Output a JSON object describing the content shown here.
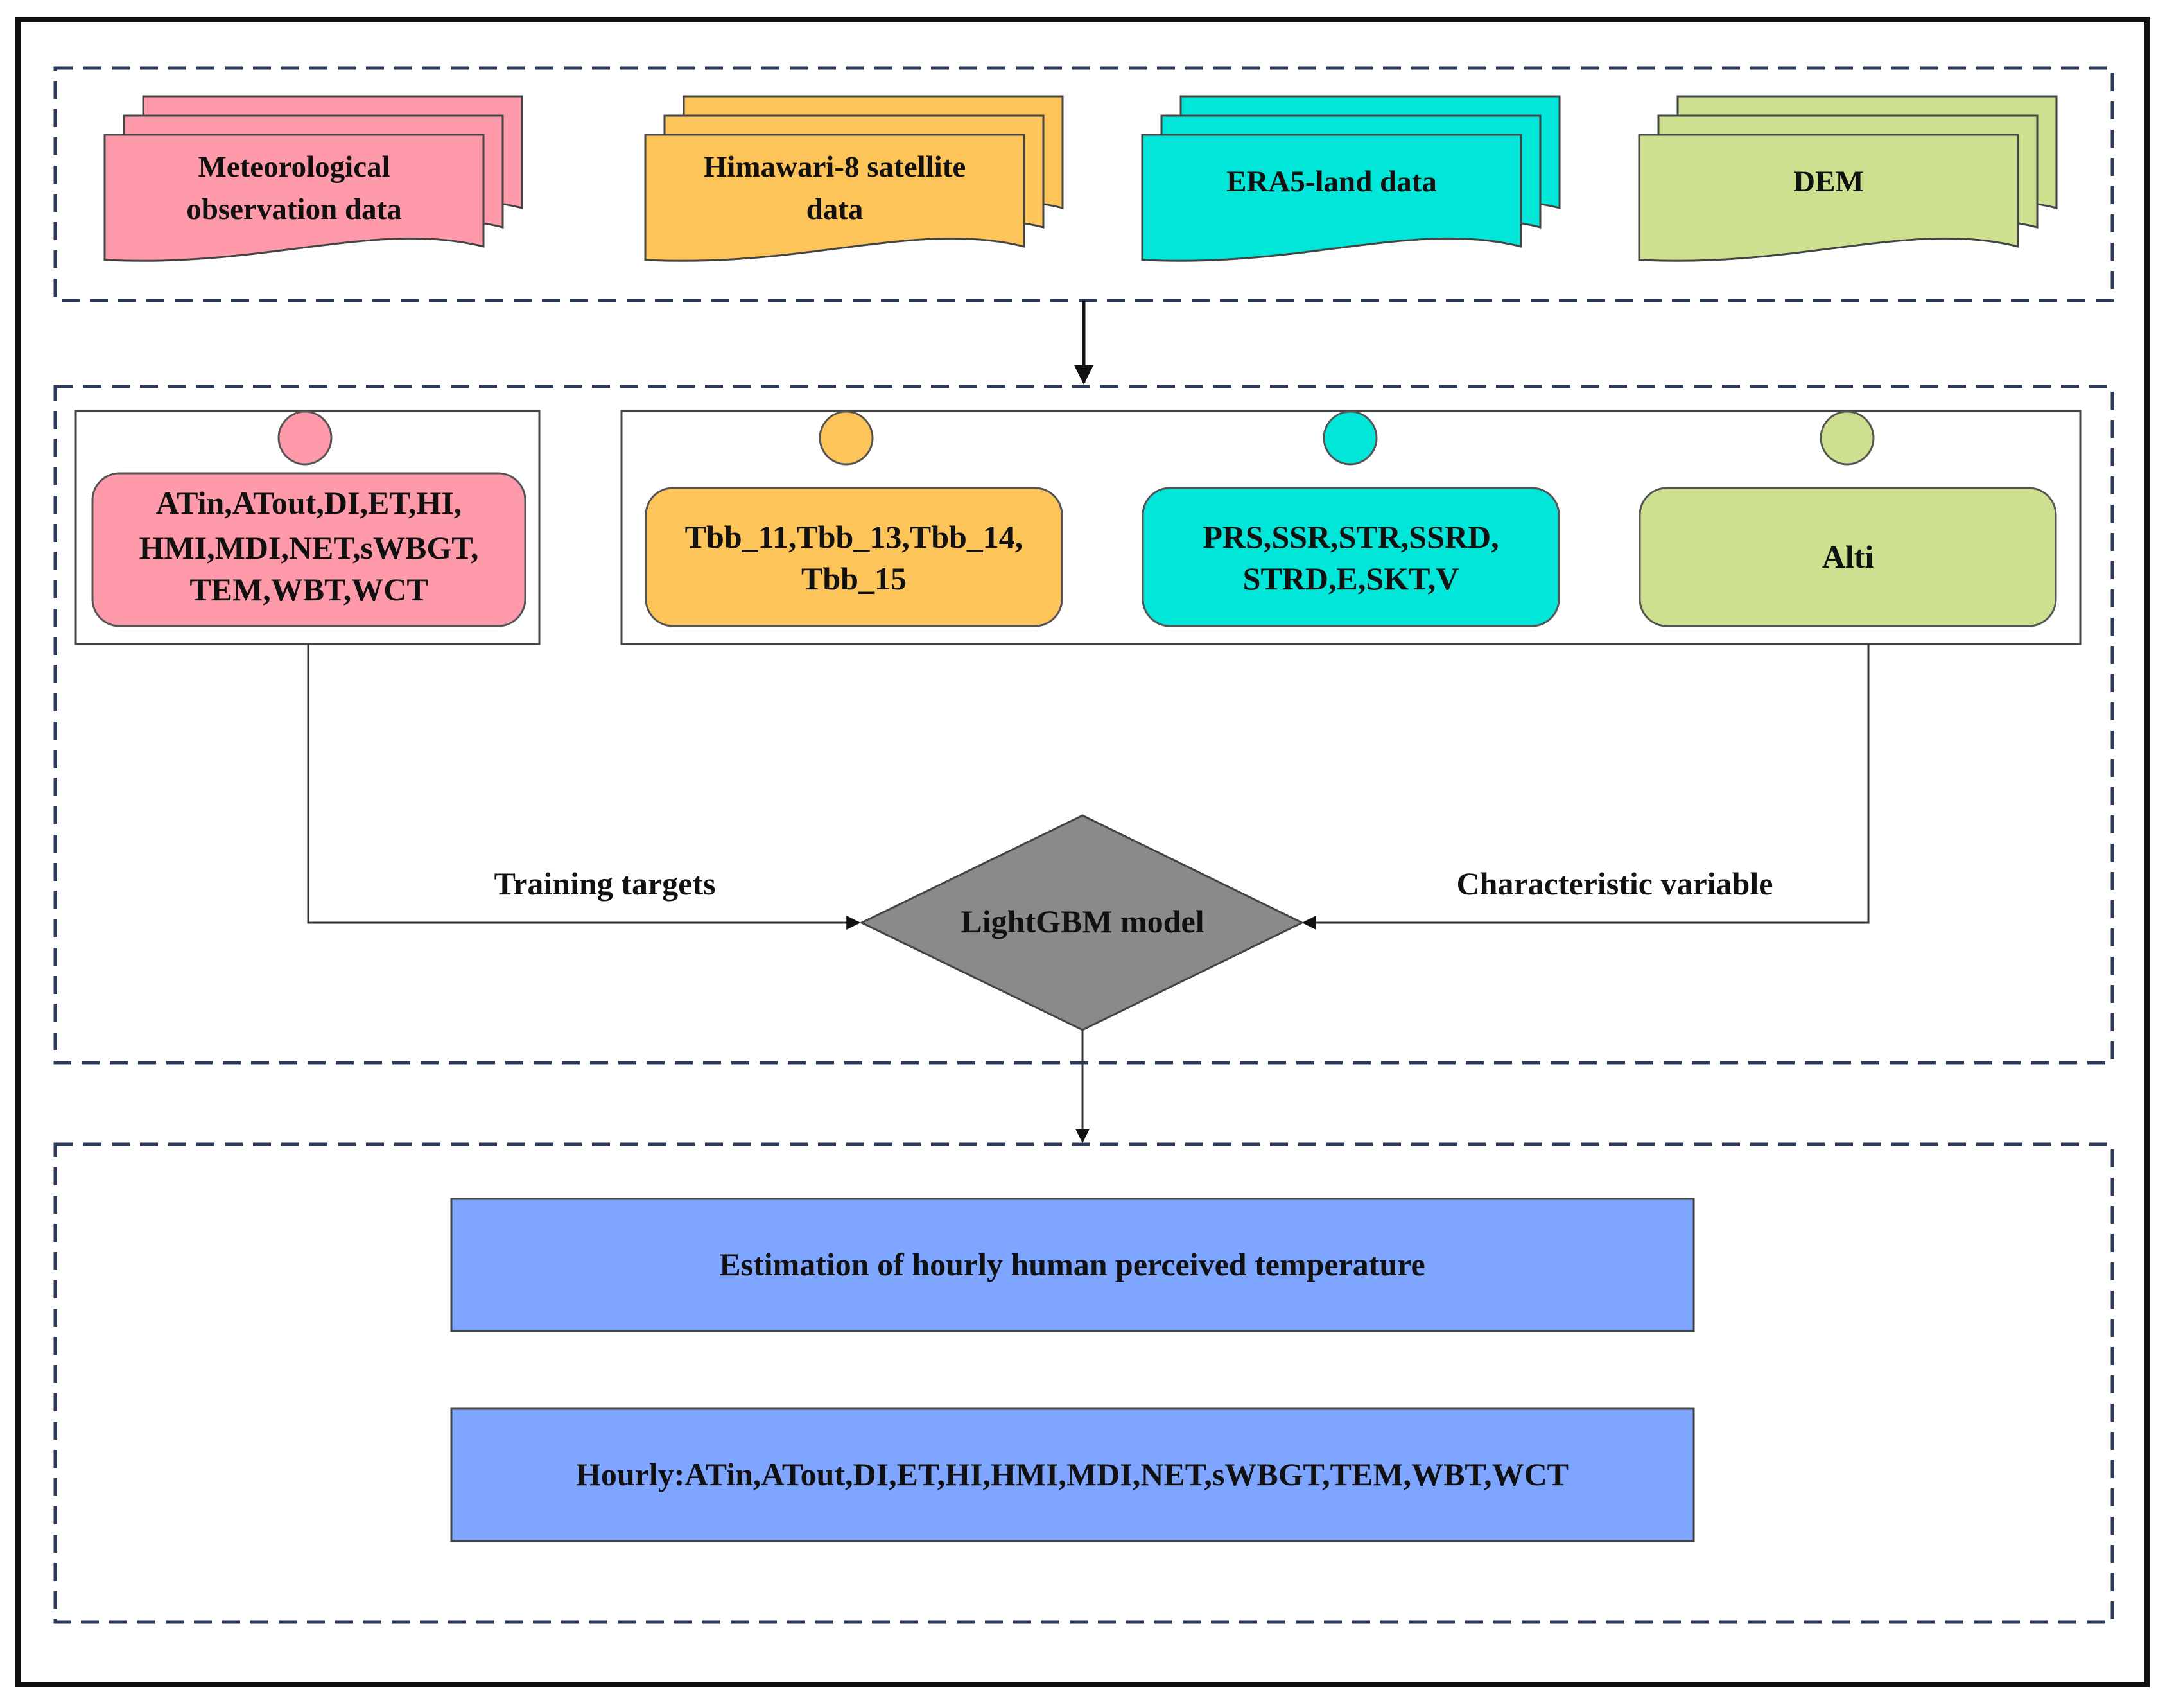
{
  "sources": [
    {
      "id": "met",
      "lines": [
        "Meteorological",
        "observation data"
      ],
      "color": "#ff9aaa"
    },
    {
      "id": "him",
      "lines": [
        "Himawari-8 satellite",
        "data"
      ],
      "color": "#fdc45a"
    },
    {
      "id": "era",
      "lines": [
        "ERA5-land data"
      ],
      "color": "#00e6d8"
    },
    {
      "id": "dem",
      "lines": [
        "DEM"
      ],
      "color": "#cde08f"
    }
  ],
  "targets_box": {
    "lines": [
      "ATin,ATout,DI,ET,HI,",
      "HMI,MDI,NET,sWBGT,",
      "TEM,WBT,WCT"
    ],
    "color": "#ff9aaa"
  },
  "feature_boxes": [
    {
      "id": "him-vars",
      "lines": [
        "Tbb_11,Tbb_13,Tbb_14,",
        "Tbb_15"
      ],
      "color": "#fdc45a"
    },
    {
      "id": "era-vars",
      "lines": [
        "PRS,SSR,STR,SSRD,",
        "STRD,E,SKT,V"
      ],
      "color": "#00e6d8"
    },
    {
      "id": "dem-vars",
      "lines": [
        "Alti"
      ],
      "color": "#cde08f"
    }
  ],
  "model": {
    "label": "LightGBM model",
    "color": "#8a8a8a"
  },
  "edge_labels": {
    "training": "Training targets",
    "characteristic": "Characteristic variable"
  },
  "outputs": [
    {
      "id": "estimation",
      "label": "Estimation of hourly human perceived temperature"
    },
    {
      "id": "hourly",
      "label": "Hourly:ATin,ATout,DI,ET,HI,HMI,MDI,NET,sWBGT,TEM,WBT,WCT"
    }
  ],
  "output_color": "#7ea5ff"
}
